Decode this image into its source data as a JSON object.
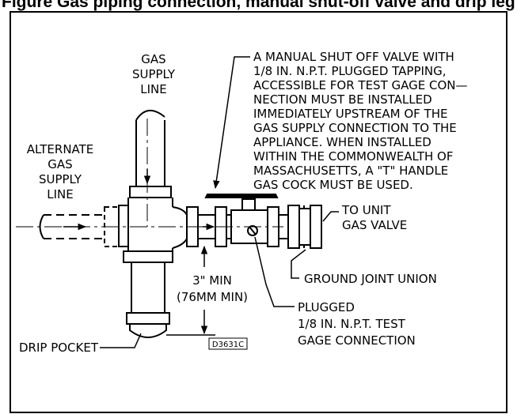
{
  "heading": "Figure  Gas piping connection, manual shut-off valve and drip leg",
  "labels": {
    "gas_supply": [
      "GAS",
      "SUPPLY",
      "LINE"
    ],
    "alternate": [
      "ALTERNATE",
      "GAS",
      "SUPPLY",
      "LINE"
    ],
    "valve_note": [
      "A MANUAL SHUT OFF VALVE WITH",
      "1/8 IN. N.P.T. PLUGGED TAPPING,",
      "ACCESSIBLE FOR TEST GAGE CON—",
      "NECTION MUST BE INSTALLED",
      "IMMEDIATELY UPSTREAM OF THE",
      "GAS SUPPLY CONNECTION TO THE",
      "APPLIANCE.  WHEN INSTALLED",
      "WITHIN THE COMMONWEALTH OF",
      "MASSACHUSETTS, A \"T\" HANDLE",
      "GAS COCK MUST BE USED."
    ],
    "to_unit": [
      "TO UNIT",
      "GAS VALVE"
    ],
    "min": [
      "3\" MIN",
      "(76MM MIN)"
    ],
    "union": "GROUND JOINT UNION",
    "plugged": [
      "PLUGGED",
      "1/8 IN. N.P.T. TEST",
      "GAGE CONNECTION"
    ],
    "drip": "DRIP POCKET",
    "code": "D3631C"
  },
  "colors": {
    "line": "#000000",
    "background": "#ffffff"
  }
}
